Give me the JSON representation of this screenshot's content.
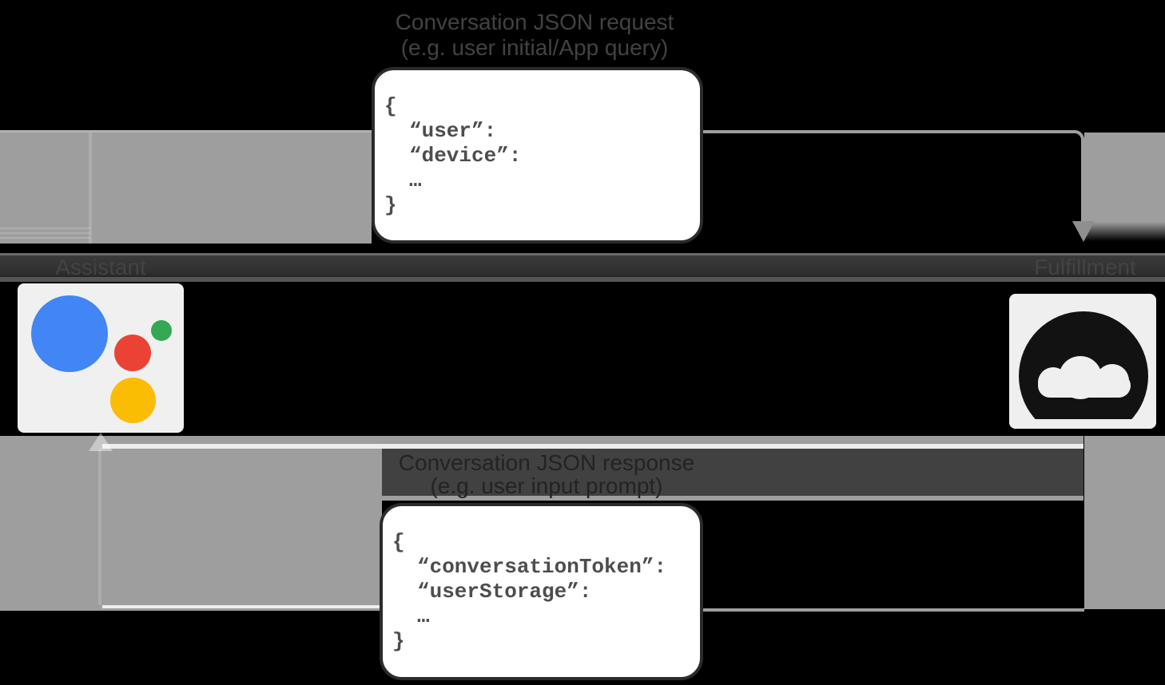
{
  "request_flow": {
    "caption_line1": "Conversation JSON request",
    "caption_line2": "(e.g. user initial/App query)",
    "json_lines": [
      "{",
      "“user”:",
      "“device”:",
      "…",
      "}"
    ]
  },
  "response_flow": {
    "caption_line1": "Conversation JSON response",
    "caption_line2": "(e.g. user input prompt)",
    "json_lines": [
      "{",
      "“conversationToken”:",
      "“userStorage”:",
      "…",
      "}"
    ]
  },
  "nodes": {
    "assistant": {
      "label": "Assistant"
    },
    "fulfillment": {
      "label": "Fulfillment"
    }
  },
  "colors": {
    "arrow_gray": "#9e9e9e",
    "assistant_blue": "#4285f4",
    "assistant_red": "#ea4335",
    "assistant_green": "#34a853",
    "assistant_yellow": "#fbbc04"
  }
}
